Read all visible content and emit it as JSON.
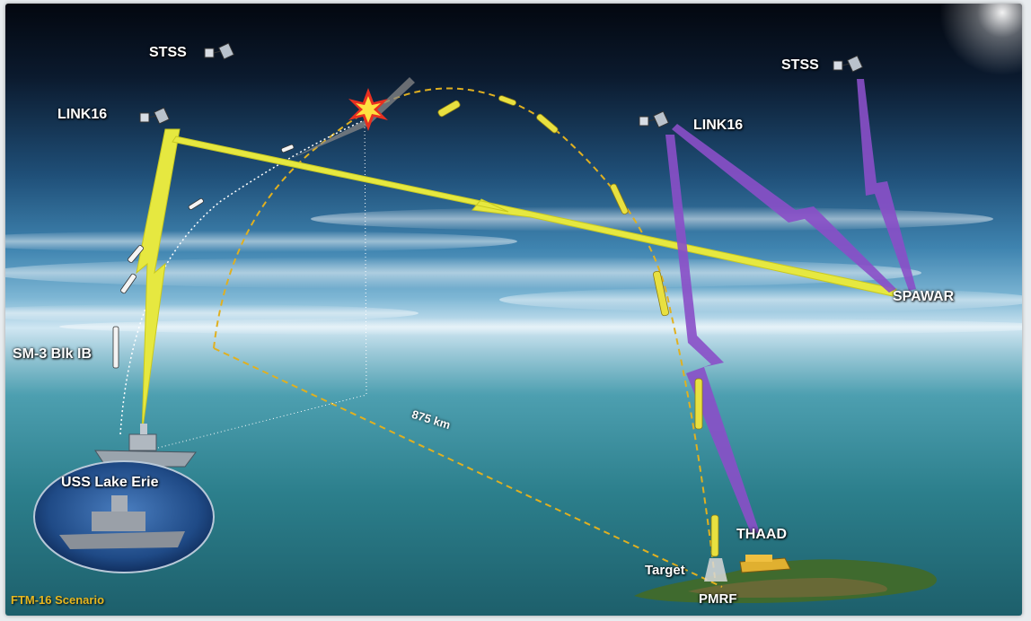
{
  "labels": {
    "stss_left": "STSS",
    "stss_right": "STSS",
    "link16_left": "LINK16",
    "link16_right": "LINK16",
    "spawar": "SPAWAR",
    "sm3": "SM-3 Blk IB",
    "ship": "USS Lake Erie",
    "thaad": "THAAD",
    "target": "Target",
    "pmrf": "PMRF",
    "range": "875 km",
    "caption": "FTM-16 Scenario"
  },
  "colors": {
    "sky_top": "#050a14",
    "sky_mid": "#3d7ea8",
    "horizon": "#cfe6f2",
    "sea": "#2c7f8c",
    "link_yellow": "#e6e840",
    "link_purple": "#8a4fc8",
    "trajectory": "#e0b020",
    "caption": "#e8b820"
  }
}
